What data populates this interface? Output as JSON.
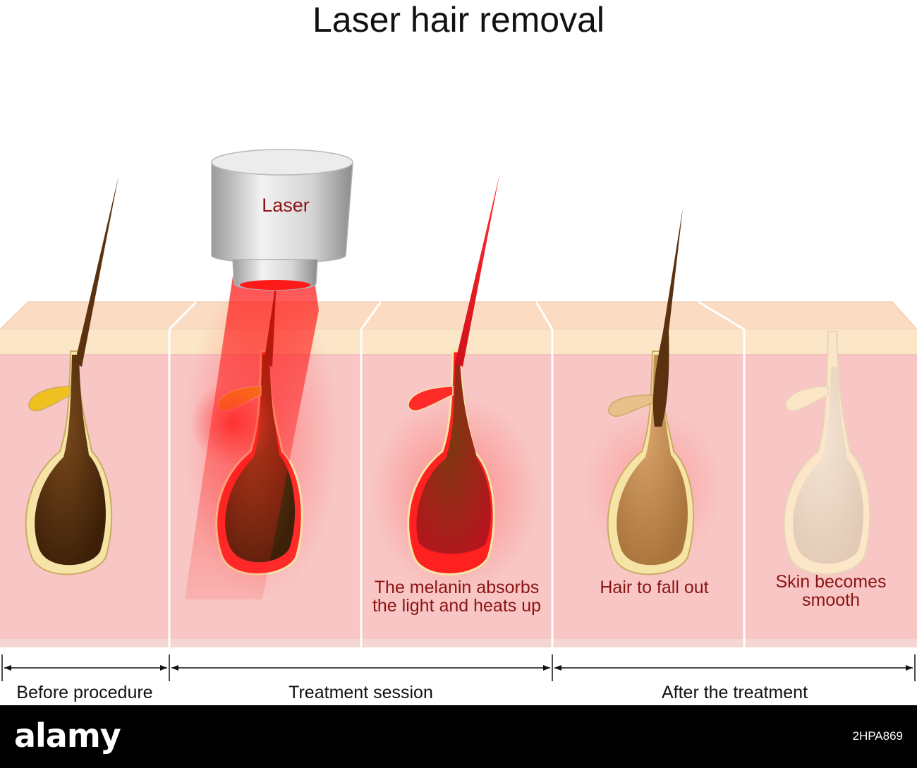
{
  "title": "Laser hair removal",
  "labels": {
    "laser": "Laser",
    "melanin": "The melanin absorbs\nthe light and heats up",
    "fall_out": "Hair to fall out",
    "smooth": "Skin becomes\nsmooth"
  },
  "stages": {
    "before": "Before procedure",
    "session": "Treatment session",
    "after": "After the treatment"
  },
  "footer": {
    "brand": "alamy",
    "image_id": "2HPA869"
  },
  "colors": {
    "skin": "#f8c6c4",
    "epidermis": "#fbe6c8",
    "hair_dark": "#5a3210",
    "laser_red": "#ff1a1a",
    "label_red": "#8b1414"
  }
}
